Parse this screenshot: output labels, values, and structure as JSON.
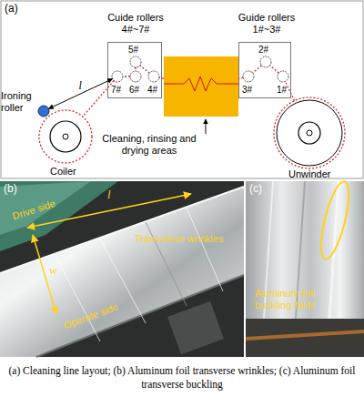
{
  "diagram": {
    "caption": "(a) Cleaning line layout; (b) Aluminum foil transverse wrinkles; (c) Aluminum foil transverse buckling",
    "nodes": [
      {
        "text": [
          "Cuide rollers 4#~7#"
        ]
      },
      {
        "text": [
          "5#"
        ],
        "in": 0
      },
      {
        "text": [
          "7#"
        ],
        "in": 0
      },
      {
        "text": [
          "6#"
        ],
        "in": 0
      },
      {
        "text": [
          "4#"
        ],
        "in": 0
      },
      {
        "text": [
          "Guide rollers 1#~3#"
        ]
      },
      {
        "text": [
          "2#"
        ],
        "in": 5
      },
      {
        "text": [
          "3#"
        ],
        "in": 5
      },
      {
        "text": [
          "1#"
        ],
        "in": 5
      },
      {
        "text": [
          "Ironing roller"
        ]
      },
      {
        "text": [
          "Cleaning, rinsing and drying areas"
        ]
      },
      {
        "text": [
          "Coiler"
        ]
      },
      {
        "text": [
          "Unwinder"
        ]
      }
    ],
    "edges": [
      {
        "from": 12,
        "to": 8,
        "arrow": "none"
      },
      {
        "from": 8,
        "to": 6,
        "arrow": "none"
      },
      {
        "from": 6,
        "to": 7,
        "arrow": "none"
      },
      {
        "from": 7,
        "to": 10,
        "arrow": "none"
      },
      {
        "from": 10,
        "to": 4,
        "arrow": "none"
      },
      {
        "from": 4,
        "to": 1,
        "arrow": "none"
      },
      {
        "from": 1,
        "to": 3,
        "arrow": "none"
      },
      {
        "from": 3,
        "to": 2,
        "arrow": "none"
      },
      {
        "from": 2,
        "to": 11,
        "arrow": "none"
      },
      {
        "from": 9,
        "to": 2,
        "label": "l",
        "arrow": "both"
      }
    ],
    "labels": [
      "(a)",
      "(b)",
      "Drive side",
      "l",
      "Transverse wrinkles",
      "w",
      "Operate side",
      "(c)",
      "Aluminum foil buckling folds"
    ]
  }
}
